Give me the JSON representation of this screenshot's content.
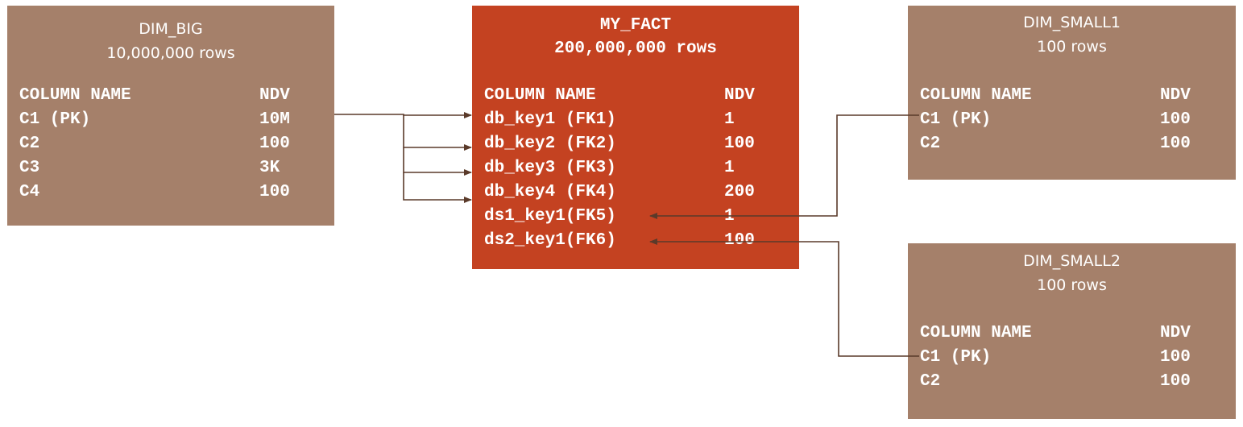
{
  "dim_big": {
    "title": "DIM_BIG",
    "rows_label": "10,000,000 rows",
    "header_col": "COLUMN NAME",
    "header_ndv": "NDV",
    "rows": [
      {
        "name": "C1 (PK)",
        "ndv": "10M"
      },
      {
        "name": "C2",
        "ndv": "100"
      },
      {
        "name": "C3",
        "ndv": "3K"
      },
      {
        "name": "C4",
        "ndv": "100"
      }
    ]
  },
  "my_fact": {
    "title": "MY_FACT",
    "rows_label": "200,000,000 rows",
    "header_col": "COLUMN NAME",
    "header_ndv": "NDV",
    "rows": [
      {
        "name": "db_key1 (FK1)",
        "ndv": "1"
      },
      {
        "name": "db_key2 (FK2)",
        "ndv": "100"
      },
      {
        "name": "db_key3 (FK3)",
        "ndv": "1"
      },
      {
        "name": "db_key4 (FK4)",
        "ndv": "200"
      },
      {
        "name": "ds1_key1(FK5)",
        "ndv": "1"
      },
      {
        "name": "ds2_key1(FK6)",
        "ndv": "100"
      }
    ]
  },
  "dim_small1": {
    "title": "DIM_SMALL1",
    "rows_label": "100 rows",
    "header_col": "COLUMN NAME",
    "header_ndv": "NDV",
    "rows": [
      {
        "name": "C1 (PK)",
        "ndv": "100"
      },
      {
        "name": "C2",
        "ndv": "100"
      }
    ]
  },
  "dim_small2": {
    "title": "DIM_SMALL2",
    "rows_label": "100 rows",
    "header_col": "COLUMN NAME",
    "header_ndv": "NDV",
    "rows": [
      {
        "name": "C1 (PK)",
        "ndv": "100"
      },
      {
        "name": "C2",
        "ndv": "100"
      }
    ]
  },
  "colors": {
    "dimension_box": "#a5806a",
    "fact_box": "#c44221",
    "connector": "#5a3a2a"
  }
}
